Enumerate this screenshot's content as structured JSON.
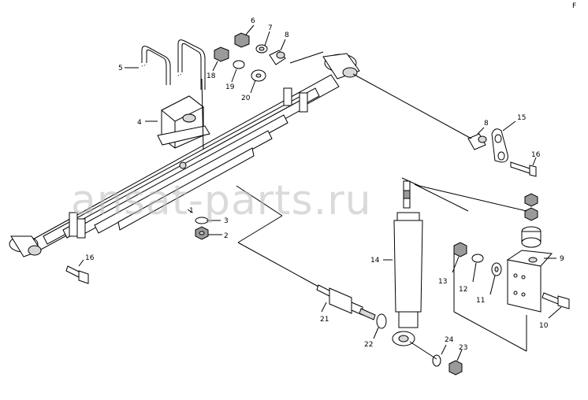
{
  "watermark": "ansat-parts.ru",
  "corner_mark": "F",
  "parts": [
    {
      "label": "1"
    },
    {
      "label": "2"
    },
    {
      "label": "3"
    },
    {
      "label": "4"
    },
    {
      "label": "5"
    },
    {
      "label": "6"
    },
    {
      "label": "7"
    },
    {
      "label": "8"
    },
    {
      "label": "8"
    },
    {
      "label": "9"
    },
    {
      "label": "10"
    },
    {
      "label": "11"
    },
    {
      "label": "12"
    },
    {
      "label": "13"
    },
    {
      "label": "14"
    },
    {
      "label": "15"
    },
    {
      "label": "16"
    },
    {
      "label": "16"
    },
    {
      "label": "18"
    },
    {
      "label": "19"
    },
    {
      "label": "20"
    },
    {
      "label": "21"
    },
    {
      "label": "22"
    },
    {
      "label": "23"
    },
    {
      "label": "24"
    }
  ]
}
